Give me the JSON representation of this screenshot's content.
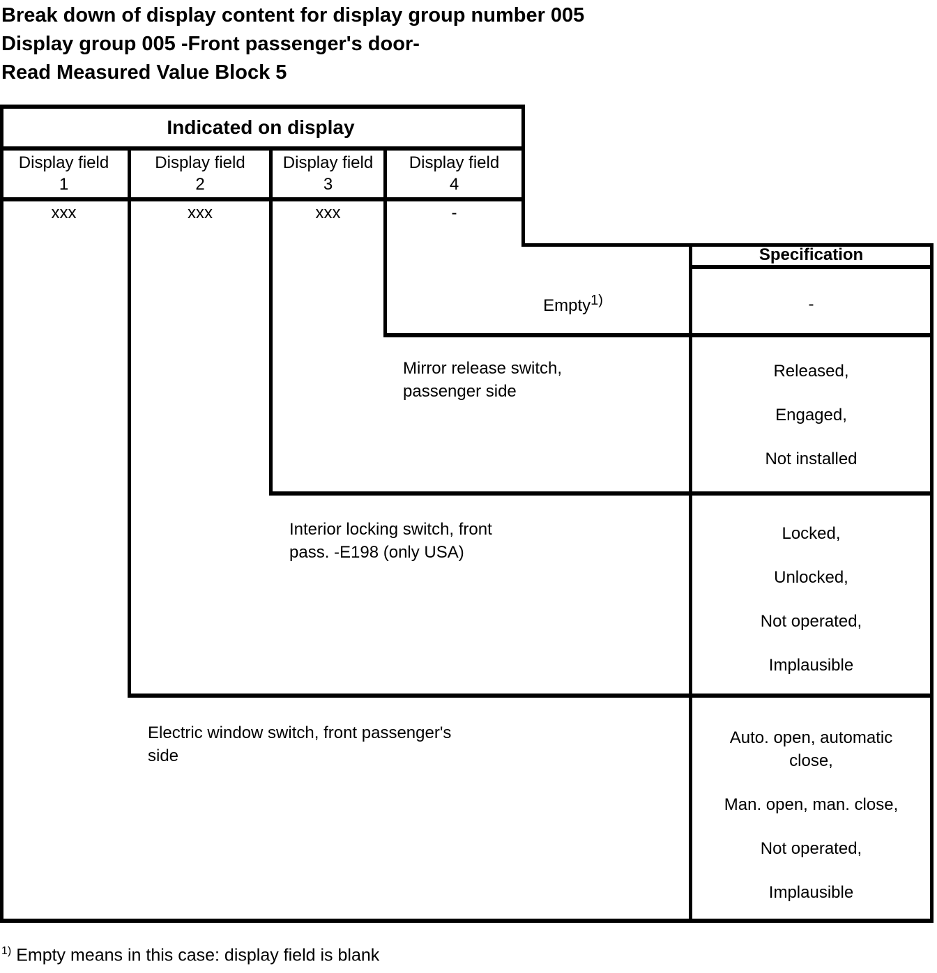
{
  "title_lines": [
    "Break down of display content for display group number 005",
    "Display group 005 -Front passenger's door-",
    "Read Measured Value Block 5"
  ],
  "table": {
    "indicated_header": "Indicated on display",
    "specification_header": "Specification",
    "display_fields": [
      {
        "label": "Display field",
        "number": "1",
        "value": "xxx"
      },
      {
        "label": "Display field",
        "number": "2",
        "value": "xxx"
      },
      {
        "label": "Display field",
        "number": "3",
        "value": "xxx"
      },
      {
        "label": "Display field",
        "number": "4",
        "value": "-"
      }
    ],
    "rows": [
      {
        "description": "Empty",
        "footnote_ref": "1)",
        "specs": [
          "-"
        ]
      },
      {
        "description": "Mirror release switch, passenger side",
        "specs": [
          "Released,",
          "Engaged,",
          "Not installed"
        ]
      },
      {
        "description": "Interior locking switch, front pass. -E198 (only USA)",
        "specs": [
          "Locked,",
          "Unlocked,",
          "Not operated,",
          "Implausible"
        ]
      },
      {
        "description": "Electric window switch, front passenger's side",
        "specs": [
          "Auto. open, automatic close,",
          "Man. open, man. close,",
          "Not operated,",
          "Implausible"
        ]
      }
    ]
  },
  "footnote": {
    "marker": "1)",
    "text": "Empty means in this case: display field is blank"
  }
}
